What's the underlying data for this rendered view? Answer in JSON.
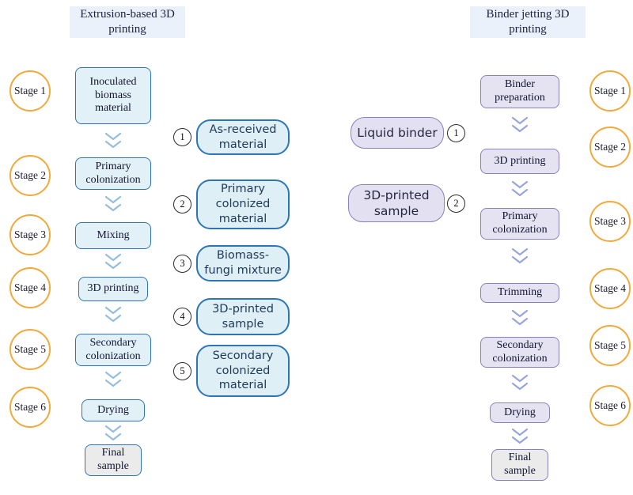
{
  "left": {
    "title": "Extrusion-based 3D printing",
    "stages": [
      "Stage 1",
      "Stage 2",
      "Stage 3",
      "Stage 4",
      "Stage 5",
      "Stage 6"
    ],
    "flow": [
      "Inoculated biomass material",
      "Primary colonization",
      "Mixing",
      "3D printing",
      "Secondary colonization",
      "Drying",
      "Final sample"
    ],
    "callouts": [
      {
        "num": "1",
        "label": "As-received material"
      },
      {
        "num": "2",
        "label": "Primary colonized material"
      },
      {
        "num": "3",
        "label": "Biomass-fungi mixture"
      },
      {
        "num": "4",
        "label": "3D-printed sample"
      },
      {
        "num": "5",
        "label": "Secondary colonized material"
      }
    ]
  },
  "right": {
    "title": "Binder jetting 3D printing",
    "stages": [
      "Stage 1",
      "Stage 2",
      "Stage 3",
      "Stage 4",
      "Stage 5",
      "Stage 6"
    ],
    "flow": [
      "Binder preparation",
      "3D printing",
      "Primary colonization",
      "Trimming",
      "Secondary colonization",
      "Drying",
      "Final sample"
    ],
    "inputs": [
      {
        "num": "1",
        "label": "Liquid binder"
      },
      {
        "num": "2",
        "label": "3D-printed sample"
      }
    ]
  },
  "colors": {
    "left_accent": "#2e75b6",
    "left_fill": "#e1f1f7",
    "right_accent": "#8781c0",
    "right_fill": "#e5e2f2",
    "stage_ring": "#f2a93b",
    "title_bg": "#eaf1fb",
    "final_fill": "#ebebeb"
  }
}
